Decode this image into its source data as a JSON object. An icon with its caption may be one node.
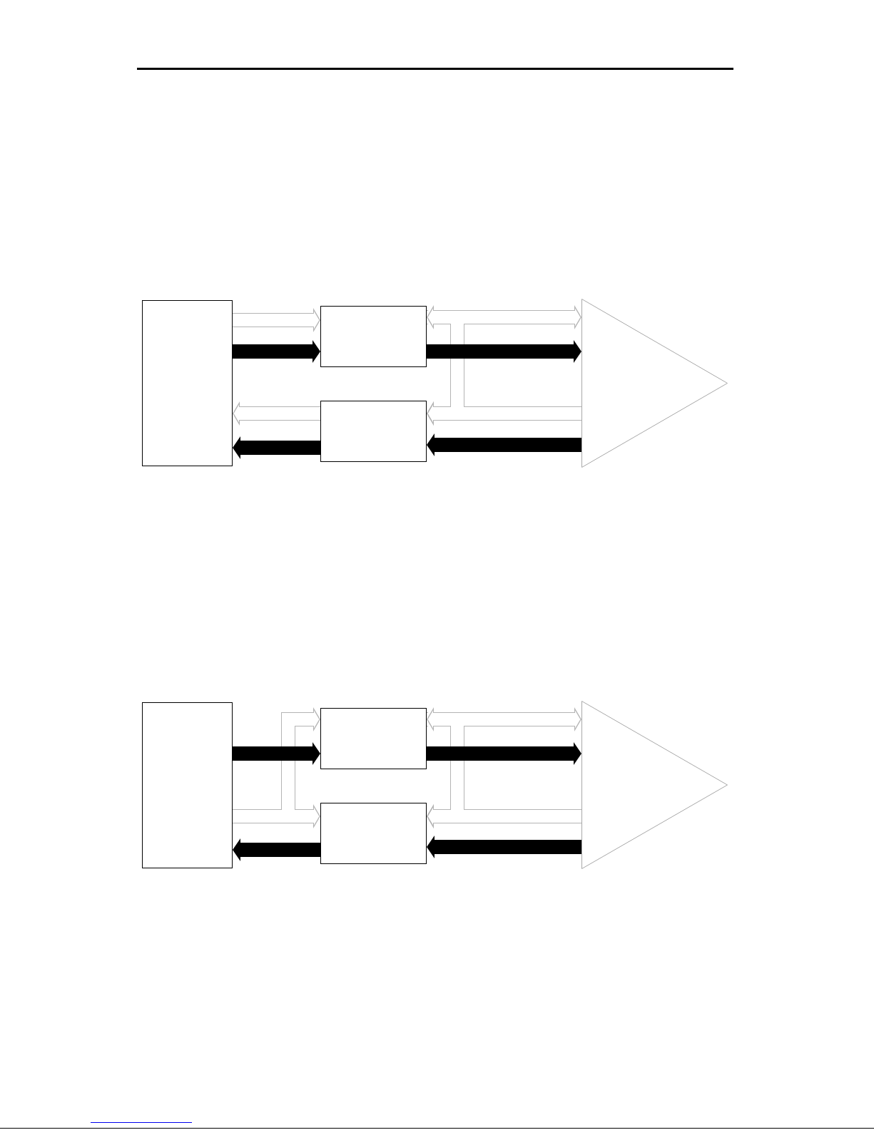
{
  "diagram": {
    "nodes": [
      {
        "text": [],
        "shape": "box"
      },
      {
        "text": [],
        "shape": "box"
      },
      {
        "text": [],
        "shape": "box"
      },
      {
        "text": [],
        "shape": "triangle"
      },
      {
        "text": [],
        "shape": "box"
      },
      {
        "text": [],
        "shape": "box"
      },
      {
        "text": [],
        "shape": "box"
      },
      {
        "text": [],
        "shape": "triangle"
      }
    ],
    "edges": [
      {
        "from": 0,
        "to": 1,
        "arrow": "to"
      },
      {
        "from": 0,
        "to": 1,
        "arrow": "to",
        "color": "#000000"
      },
      {
        "from": 3,
        "to": 1,
        "arrow": "both"
      },
      {
        "from": 1,
        "to": 3,
        "arrow": "to",
        "color": "#000000"
      },
      {
        "from": 1,
        "to": 2,
        "arrow": "to"
      },
      {
        "from": 3,
        "to": 2,
        "arrow": "to"
      },
      {
        "from": 2,
        "to": 0,
        "arrow": "to"
      },
      {
        "from": 3,
        "to": 2,
        "arrow": "to",
        "color": "#000000"
      },
      {
        "from": 2,
        "to": 0,
        "arrow": "to",
        "color": "#000000"
      },
      {
        "from": 4,
        "to": 5,
        "arrow": "to"
      },
      {
        "from": 4,
        "to": 5,
        "arrow": "to",
        "color": "#000000"
      },
      {
        "from": 7,
        "to": 5,
        "arrow": "both"
      },
      {
        "from": 5,
        "to": 7,
        "arrow": "to",
        "color": "#000000"
      },
      {
        "from": 5,
        "to": 6,
        "arrow": "to"
      },
      {
        "from": 7,
        "to": 6,
        "arrow": "to"
      },
      {
        "from": 4,
        "to": 6,
        "arrow": "to"
      },
      {
        "from": 7,
        "to": 6,
        "arrow": "to",
        "color": "#000000"
      },
      {
        "from": 6,
        "to": 4,
        "arrow": "to",
        "color": "#000000"
      }
    ]
  }
}
